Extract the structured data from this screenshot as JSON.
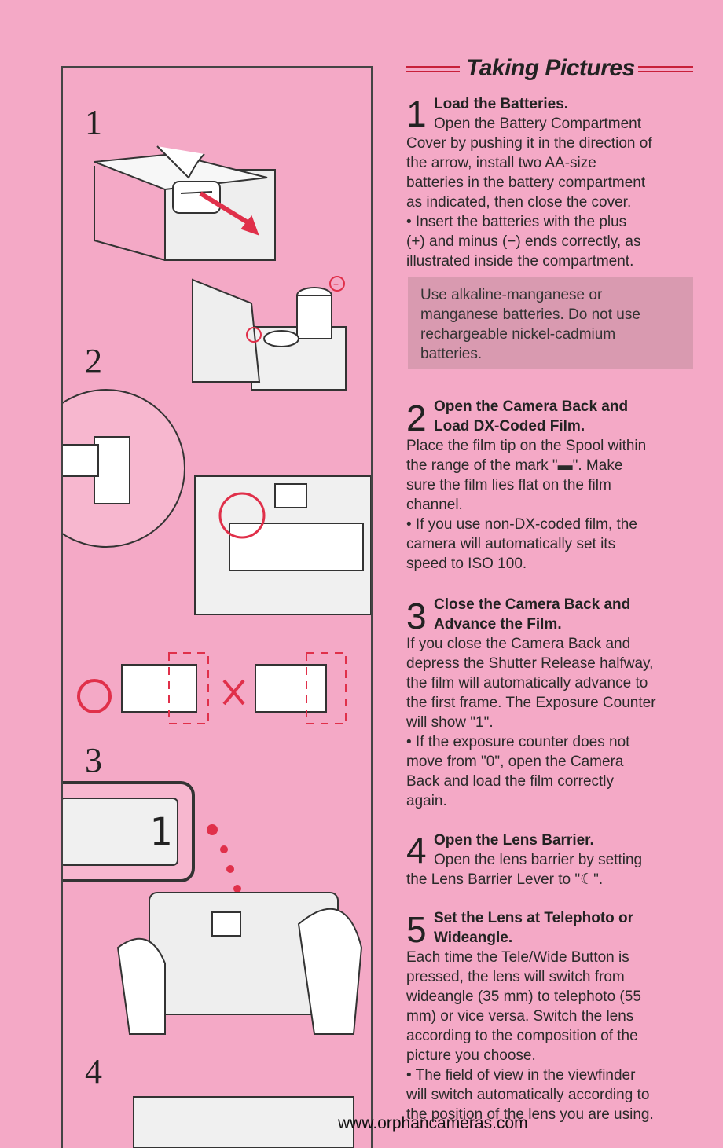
{
  "section_title": "Taking Pictures",
  "illustration_numbers": [
    "1",
    "2",
    "3",
    "4"
  ],
  "display_digit": "1",
  "steps": [
    {
      "number": "1",
      "heading": "Load the Batteries.",
      "lines": [
        "Open the Battery Compartment",
        "Cover by pushing it in the direction of",
        "the arrow, install two AA-size",
        "batteries in the battery compartment",
        "as indicated, then close the cover.",
        "• Insert the batteries with the plus",
        "(+) and minus (−) ends correctly, as",
        "illustrated inside the compartment."
      ],
      "note": [
        "Use alkaline-manganese or",
        "manganese batteries. Do not use",
        "rechargeable nickel-cadmium",
        "batteries."
      ]
    },
    {
      "number": "2",
      "heading_lines": [
        "Open the Camera Back and",
        "Load DX-Coded Film."
      ],
      "lines": [
        "Place the film tip on the Spool within",
        "the range of the mark \"▬\". Make",
        "sure the film lies flat on the film",
        "channel.",
        "• If you use non-DX-coded film, the",
        "camera will automatically set its",
        "speed to ISO 100."
      ]
    },
    {
      "number": "3",
      "heading_lines": [
        "Close the Camera Back and",
        "Advance the Film."
      ],
      "lines": [
        "If you close the Camera Back and",
        "depress the Shutter Release halfway,",
        "the film will automatically advance to",
        "the first frame. The Exposure Counter",
        "will show \"1\".",
        "• If the exposure counter does not",
        "move from \"0\", open the Camera",
        "Back and load the film correctly",
        "again."
      ]
    },
    {
      "number": "4",
      "heading": "Open the Lens Barrier.",
      "lines": [
        "Open the lens barrier by setting",
        "the Lens Barrier Lever to \"☾\"."
      ]
    },
    {
      "number": "5",
      "heading_lines": [
        "Set the Lens at Telephoto or",
        "Wideangle."
      ],
      "lines": [
        "Each time the Tele/Wide Button is",
        "pressed, the lens will switch from",
        "wideangle (35 mm) to telephoto (55",
        "mm) or vice versa. Switch the lens",
        "according to the composition of the",
        "picture you choose.",
        "• The field of view in the viewfinder",
        "will switch automatically according to",
        "the position of the lens you are using."
      ]
    }
  ],
  "footer": "www.orphancameras.com",
  "colors": {
    "background": "#f4a9c6",
    "accent": "#c8203a",
    "note_bg": "#d99ab0"
  }
}
